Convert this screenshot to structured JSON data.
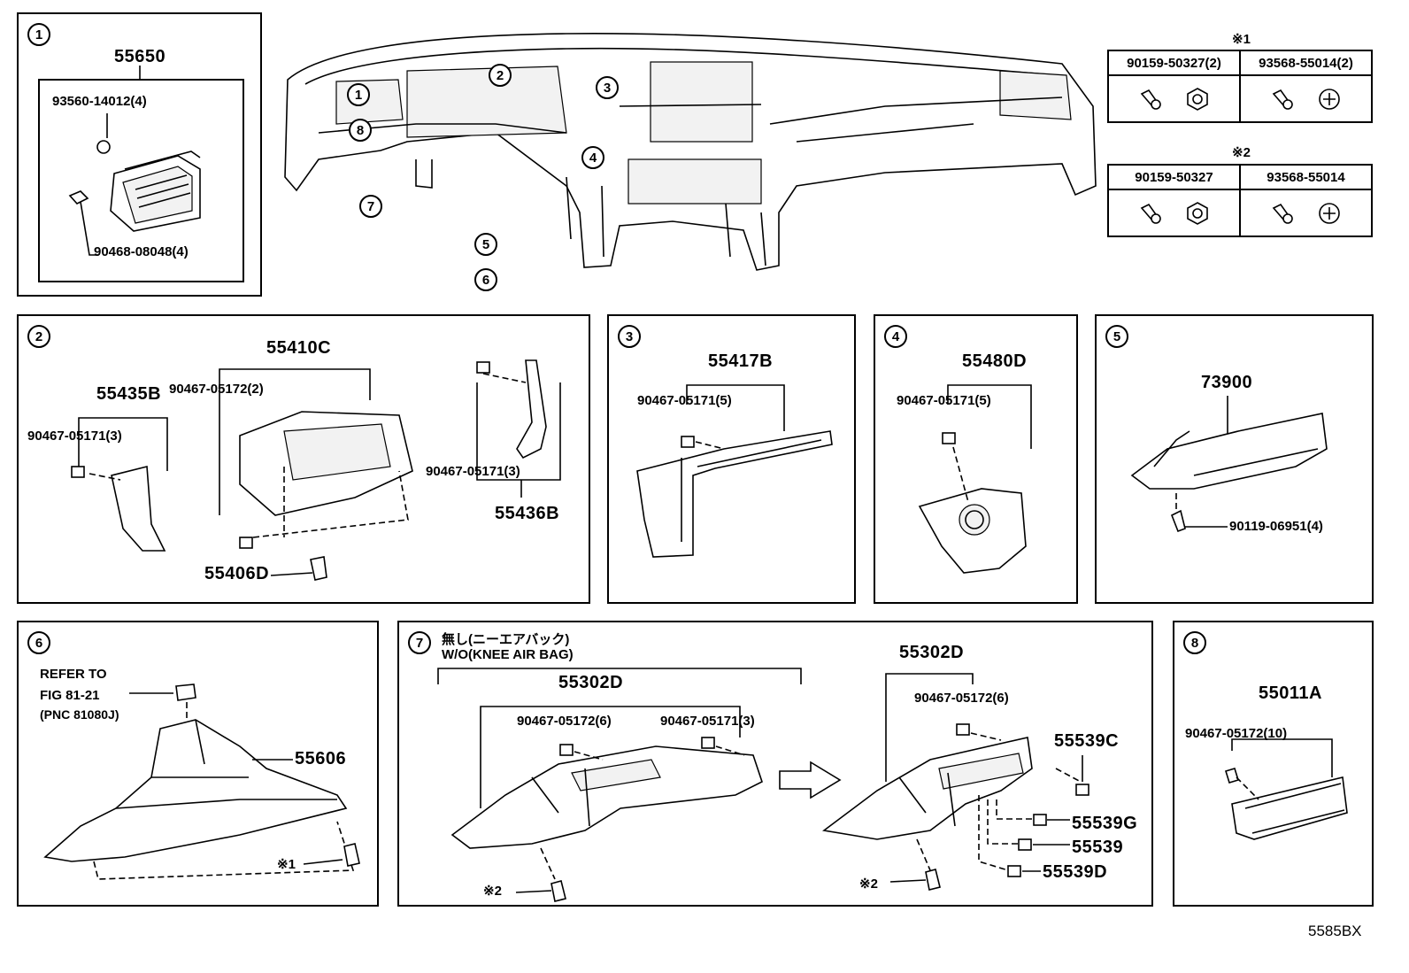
{
  "diagram_code": "5585BX",
  "spec1": {
    "title": "※1",
    "left_part": "90159-50327(2)",
    "right_part": "93568-55014(2)"
  },
  "spec2": {
    "title": "※2",
    "left_part": "90159-50327",
    "right_part": "93568-55014"
  },
  "overview": {
    "callouts": [
      "1",
      "2",
      "3",
      "4",
      "5",
      "6",
      "7",
      "8"
    ]
  },
  "section1": {
    "num": "1",
    "main": "55650",
    "p1": "93560-14012(4)",
    "p2": "90468-08048(4)"
  },
  "section2": {
    "num": "2",
    "a": "55410C",
    "b": "90467-05172(2)",
    "c": "55435B",
    "d": "90467-05171(3)",
    "e": "90467-05171(3)",
    "f": "55436B",
    "g": "55406D"
  },
  "section3": {
    "num": "3",
    "a": "55417B",
    "b": "90467-05171(5)"
  },
  "section4": {
    "num": "4",
    "a": "55480D",
    "b": "90467-05171(5)"
  },
  "section5": {
    "num": "5",
    "a": "73900",
    "b": "90119-06951(4)"
  },
  "section6": {
    "num": "6",
    "ref1": "REFER TO",
    "ref2": "FIG 81-21",
    "ref3": "(PNC 81080J)",
    "a": "55606",
    "mark": "※1"
  },
  "section7": {
    "num": "7",
    "note_jp": "無し(ニーエアバック)",
    "note_en": "W/O(KNEE AIR BAG)",
    "left_main": "55302D",
    "left_p1": "90467-05172(6)",
    "left_p2": "90467-05171(3)",
    "left_mark": "※2",
    "right_main": "55302D",
    "right_p1": "90467-05172(6)",
    "right_c": "55539C",
    "right_g": "55539G",
    "right_plain": "55539",
    "right_d": "55539D",
    "right_mark": "※2"
  },
  "section8": {
    "num": "8",
    "a": "55011A",
    "b": "90467-05172(10)"
  }
}
